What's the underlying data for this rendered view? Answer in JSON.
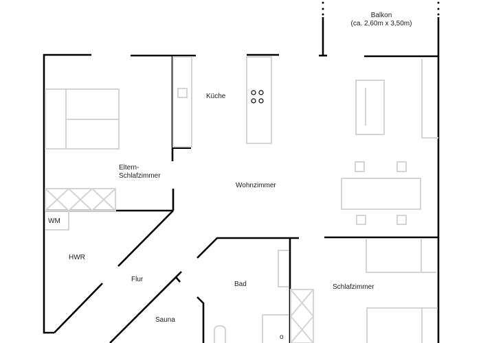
{
  "floorplan": {
    "colors": {
      "wall": "#000000",
      "furniture": "#d4d4d4",
      "background": "#ffffff"
    },
    "balcony": {
      "name": "Balkon",
      "dimensions": "(ca. 2,60m x 3,50m)"
    },
    "rooms": {
      "kueche": "Küche",
      "eltern_line1": "Eltern-",
      "eltern_line2": "Schlafzimmer",
      "wohnzimmer": "Wohnzimmer",
      "wm": "WM",
      "hwr": "HWR",
      "flur": "Flur",
      "bad": "Bad",
      "sauna": "Sauna",
      "schlafzimmer": "Schlafzimmer"
    },
    "symbols": {
      "drain": "o"
    }
  }
}
